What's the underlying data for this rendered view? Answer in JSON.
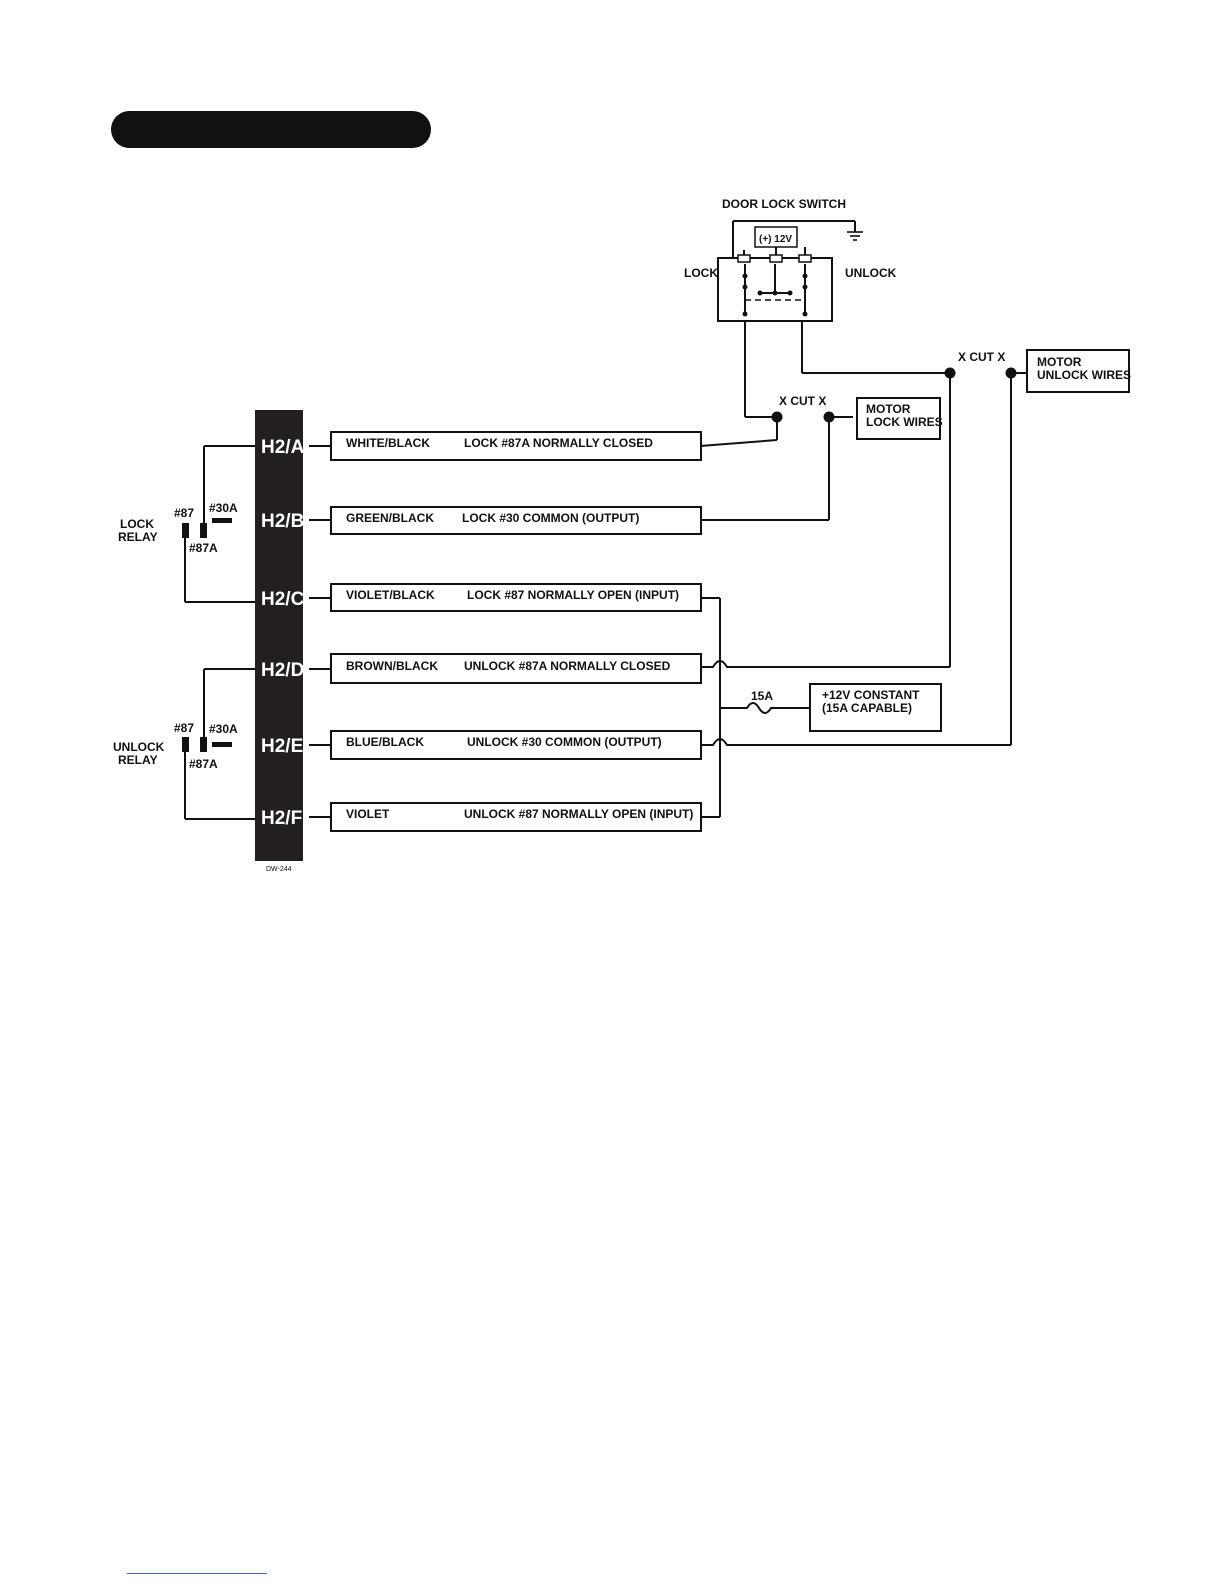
{
  "switch": {
    "title": "DOOR LOCK SWITCH",
    "power": "(+) 12V",
    "lock": "LOCK",
    "unlock": "UNLOCK"
  },
  "cuts": {
    "lock_cut": "X CUT X",
    "unlock_cut": "X CUT X"
  },
  "boxes": {
    "motor_lock": [
      "MOTOR",
      "LOCK WIRES"
    ],
    "motor_unlock": [
      "MOTOR",
      "UNLOCK WIRES"
    ],
    "constant": [
      "+12V CONSTANT",
      "(15A CAPABLE)"
    ],
    "fuse": "15A"
  },
  "relays": {
    "lock": {
      "name": [
        "LOCK",
        "RELAY"
      ],
      "pin87": "#87",
      "pin30a": "#30A",
      "pin87a": "#87A"
    },
    "unlock": {
      "name": [
        "UNLOCK",
        "RELAY"
      ],
      "pin87": "#87",
      "pin30a": "#30A",
      "pin87a": "#87A"
    }
  },
  "harness": [
    {
      "pin": "H2/A",
      "color": "WHITE/BLACK",
      "desc": "LOCK #87A NORMALLY CLOSED"
    },
    {
      "pin": "H2/B",
      "color": "GREEN/BLACK",
      "desc": "LOCK #30 COMMON (OUTPUT)"
    },
    {
      "pin": "H2/C",
      "color": "VIOLET/BLACK",
      "desc": "LOCK #87 NORMALLY OPEN (INPUT)"
    },
    {
      "pin": "H2/D",
      "color": "BROWN/BLACK",
      "desc": "UNLOCK #87A NORMALLY CLOSED"
    },
    {
      "pin": "H2/E",
      "color": "BLUE/BLACK",
      "desc": "UNLOCK #30 COMMON (OUTPUT)"
    },
    {
      "pin": "H2/F",
      "color": "VIOLET",
      "desc": "UNLOCK #87 NORMALLY OPEN (INPUT)"
    }
  ],
  "figure_id": "DW-244"
}
